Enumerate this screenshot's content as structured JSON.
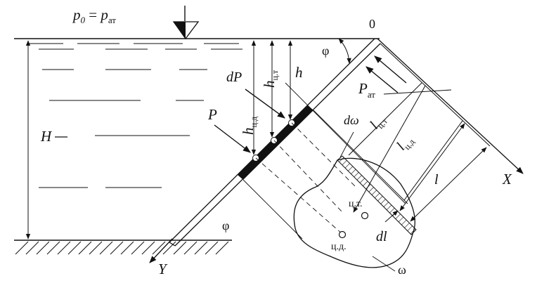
{
  "labels": {
    "p0": "p",
    "p0_sub": "0",
    "eq": " = ",
    "patm": "p",
    "patm_sub": "ат",
    "origin": "0",
    "phi_top": "φ",
    "phi_bottom": "φ",
    "h": "h",
    "h_ct": "h",
    "h_ct_sub": "ц.т",
    "h_cd": "h",
    "h_cd_sub": "ц.д",
    "dP": "dP",
    "P": "P",
    "H": "H",
    "Pat": "P",
    "Pat_sub": "ат",
    "domega": "dω",
    "l_ct": "l",
    "l_ct_sub": "ц.т",
    "l_cd": "l",
    "l_cd_sub": "ц.д",
    "l": "l",
    "X": "X",
    "Y": "Y",
    "ct": "ц.т.",
    "cd": "ц.д.",
    "dl": "dl",
    "omega": "ω"
  }
}
